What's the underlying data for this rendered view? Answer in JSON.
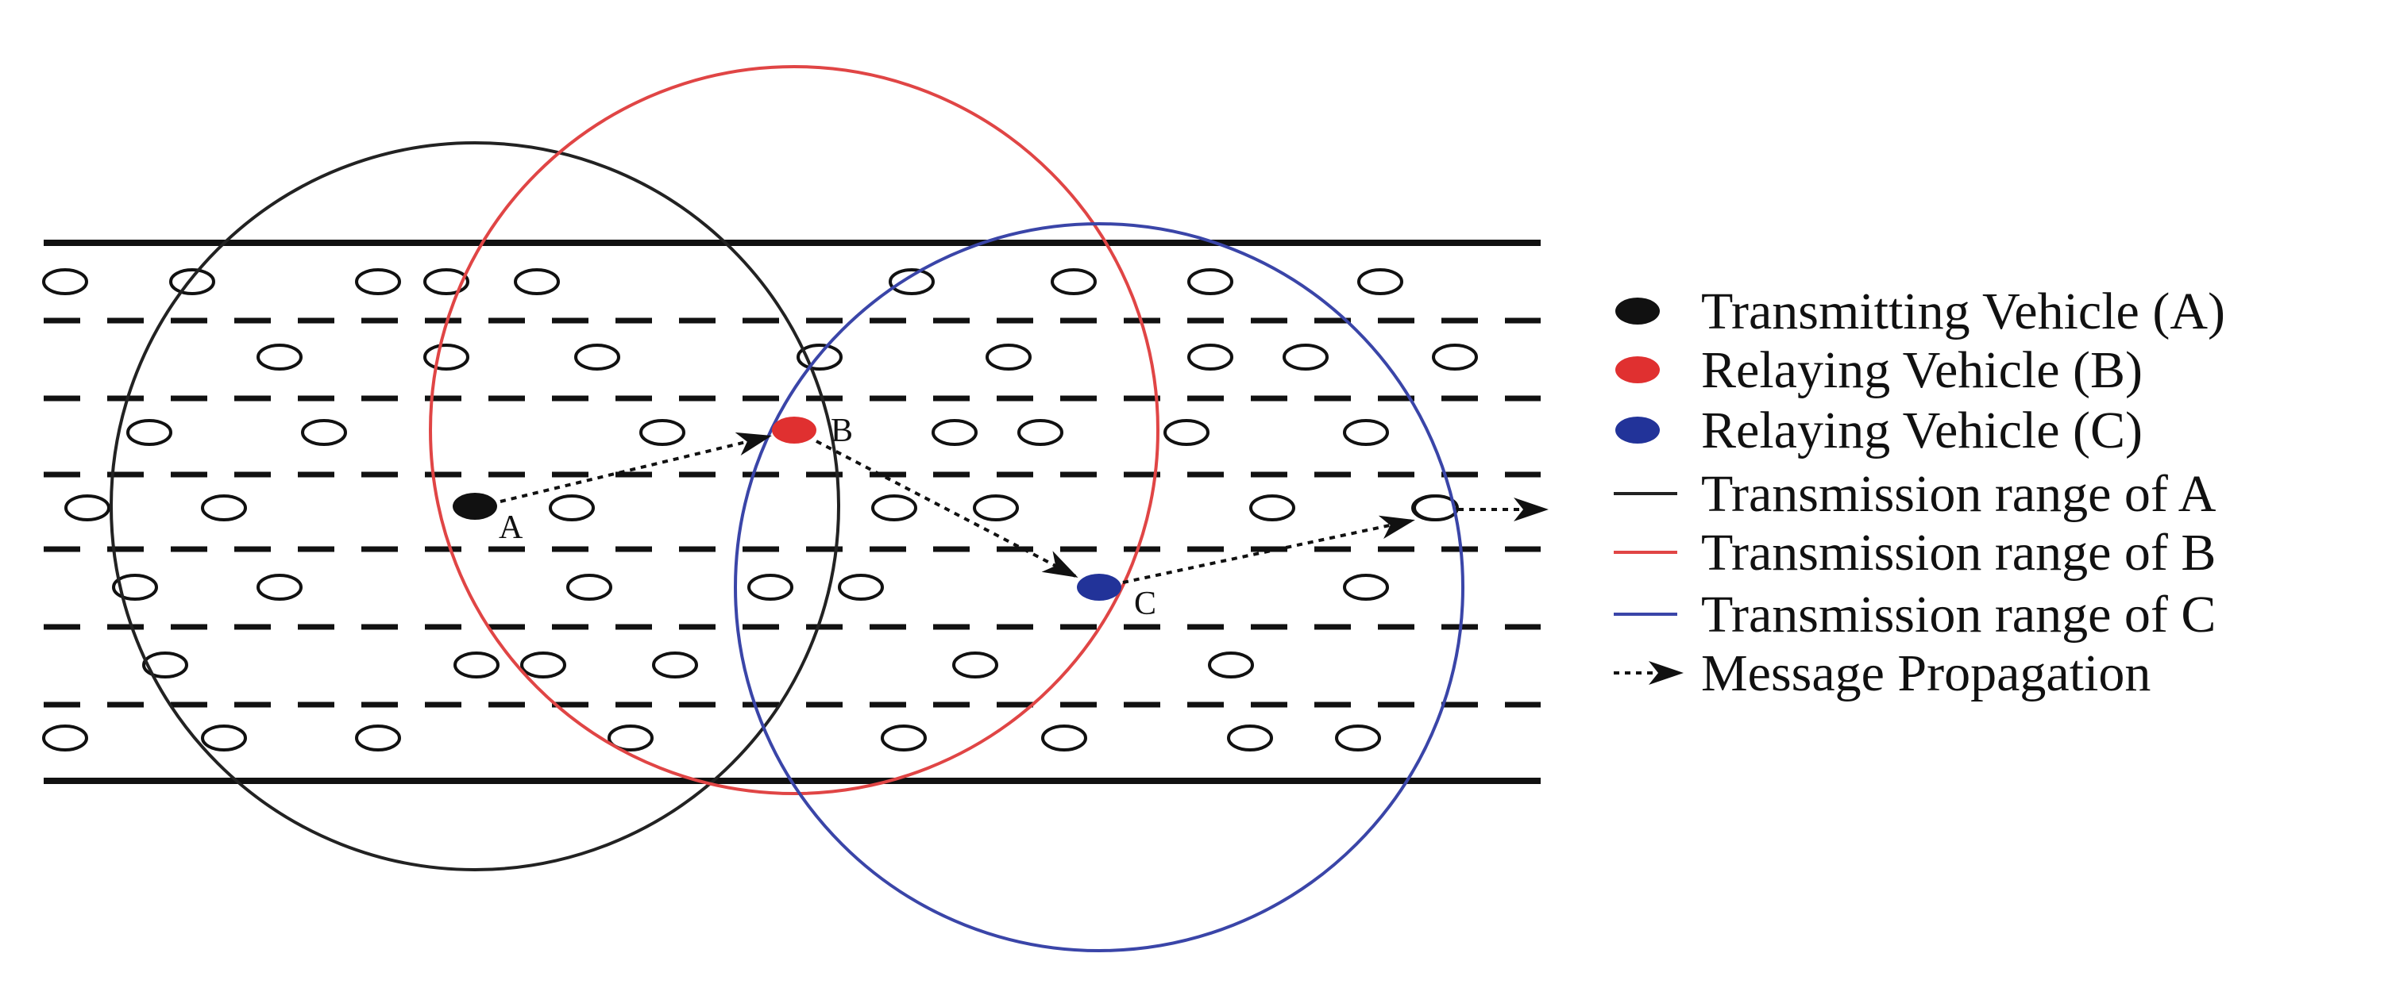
{
  "colors": {
    "road": "#111111",
    "vehicle_outline": "#111111",
    "vehicle_fill": "#ffffff",
    "node_a": "#111111",
    "node_b": "#e03030",
    "node_c": "#223399",
    "range_a": "#222222",
    "range_b": "#e04545",
    "range_c": "#3a45a8",
    "propagation": "#111111"
  },
  "nodes": {
    "a": {
      "label": "A"
    },
    "b": {
      "label": "B"
    },
    "c": {
      "label": "C"
    }
  },
  "legend": {
    "items": [
      {
        "key": "node_a",
        "kind": "dot",
        "icon": "black-dot-icon",
        "label": "Transmitting Vehicle (A)"
      },
      {
        "key": "node_b",
        "kind": "dot",
        "icon": "red-dot-icon",
        "label": "Relaying Vehicle (B)"
      },
      {
        "key": "node_c",
        "kind": "dot",
        "icon": "blue-dot-icon",
        "label": "Relaying Vehicle (C)"
      },
      {
        "key": "range_a",
        "kind": "line",
        "icon": "black-line-icon",
        "label": "Transmission range of A"
      },
      {
        "key": "range_b",
        "kind": "line",
        "icon": "red-line-icon",
        "label": "Transmission range of B"
      },
      {
        "key": "range_c",
        "kind": "line",
        "icon": "blue-line-icon",
        "label": "Transmission range of C"
      },
      {
        "key": "propagation",
        "kind": "arrow",
        "icon": "dotted-arrow-icon",
        "label": "Message Propagation"
      }
    ]
  }
}
